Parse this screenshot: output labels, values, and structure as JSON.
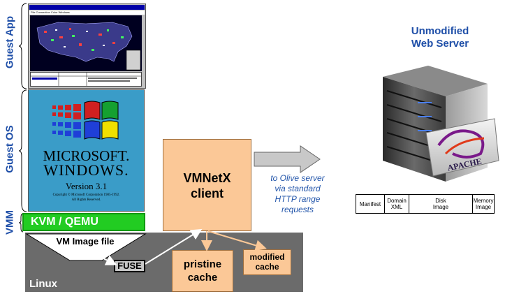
{
  "labels": {
    "guest_app": "Guest App",
    "guest_os": "Guest OS",
    "vmm": "VMM",
    "kvm": "KVM / QEMU",
    "linux": "Linux",
    "vm_image_file": "VM Image file",
    "fuse": "FUSE",
    "vmnetx_line1": "VMNetX",
    "vmnetx_line2": "client",
    "pristine_line1": "pristine",
    "pristine_line2": "cache",
    "modified_line1": "modified",
    "modified_line2": "cache",
    "olive_line1": "to Olive server",
    "olive_line2": "via standard",
    "olive_line3": "HTTP range",
    "olive_line4": "requests",
    "server_line1": "Unmodified",
    "server_line2": "Web Server"
  },
  "windows": {
    "microsoft": "MICROSOFT.",
    "windows": "WINDOWS.",
    "version": "Version 3.1",
    "copyright": "Copyright © Microsoft Corporation 1985-1992.",
    "rights": "All Rights Reserved."
  },
  "guest_app_window": {
    "menu": "File   Connection   Color   Windows"
  },
  "server_table": [
    {
      "line1": "Manifest",
      "line2": ""
    },
    {
      "line1": "Domain",
      "line2": "XML"
    },
    {
      "line1": "Disk",
      "line2": "Image"
    },
    {
      "line1": "Memory",
      "line2": "Image"
    }
  ],
  "apache_logo_text": "APACHE",
  "colors": {
    "label_blue": "#1f4fa8",
    "kvm_green": "#22cc22",
    "linux_gray": "#6b6b6b",
    "box_orange": "#fbc897",
    "os_blue": "#3a9cc8"
  }
}
